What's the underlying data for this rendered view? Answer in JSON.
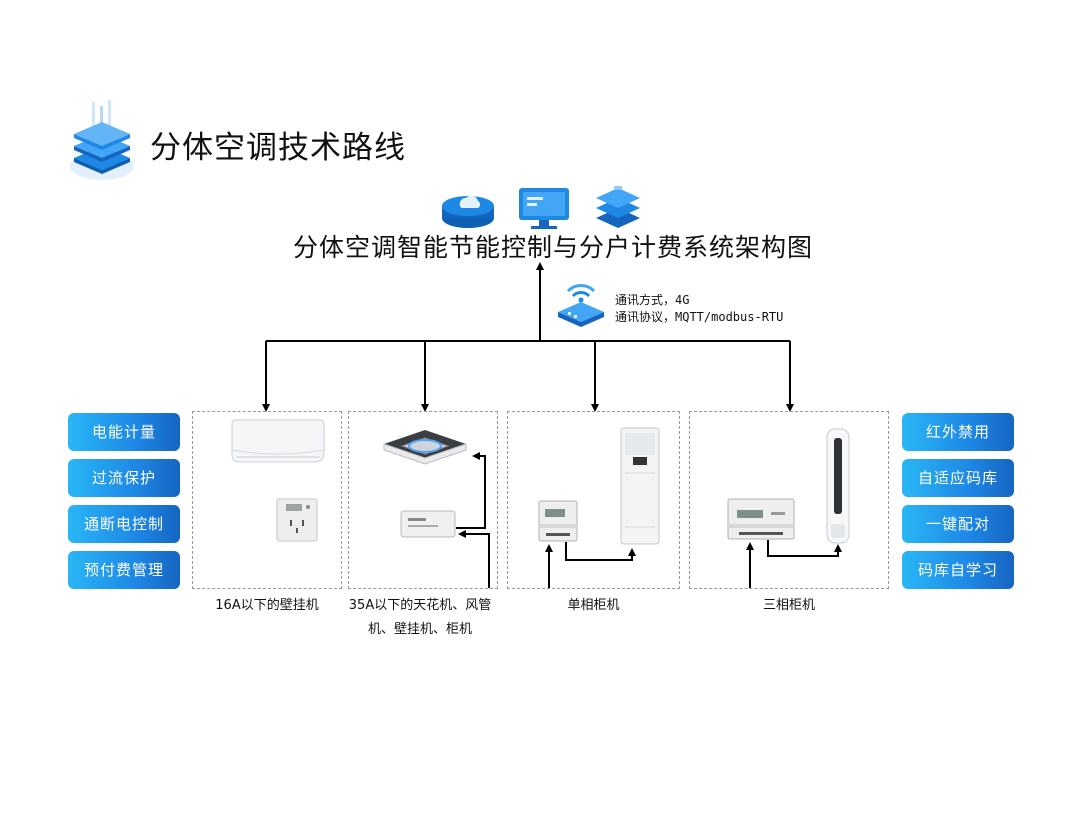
{
  "page_title": "分体空调技术路线",
  "diagram_title": "分体空调智能节能控制与分户计费系统架构图",
  "comm_info": {
    "method": "通讯方式，4G",
    "protocol": "通讯协议，MQTT/modbus-RTU"
  },
  "left_features": [
    "电能计量",
    "过流保护",
    "通断电控制",
    "预付费管理"
  ],
  "right_features": [
    "红外禁用",
    "自适应码库",
    "一键配对",
    "码库自学习"
  ],
  "devices": [
    {
      "caption": "16A以下的壁挂机"
    },
    {
      "caption_line1": "35A以下的天花机、风管",
      "caption_line2": "机、壁挂机、柜机"
    },
    {
      "caption": "单相柜机"
    },
    {
      "caption": "三相柜机"
    }
  ],
  "colors": {
    "feature_start": "#29b6f6",
    "feature_end": "#1565c0",
    "icon_blue": "#1e88e5"
  }
}
